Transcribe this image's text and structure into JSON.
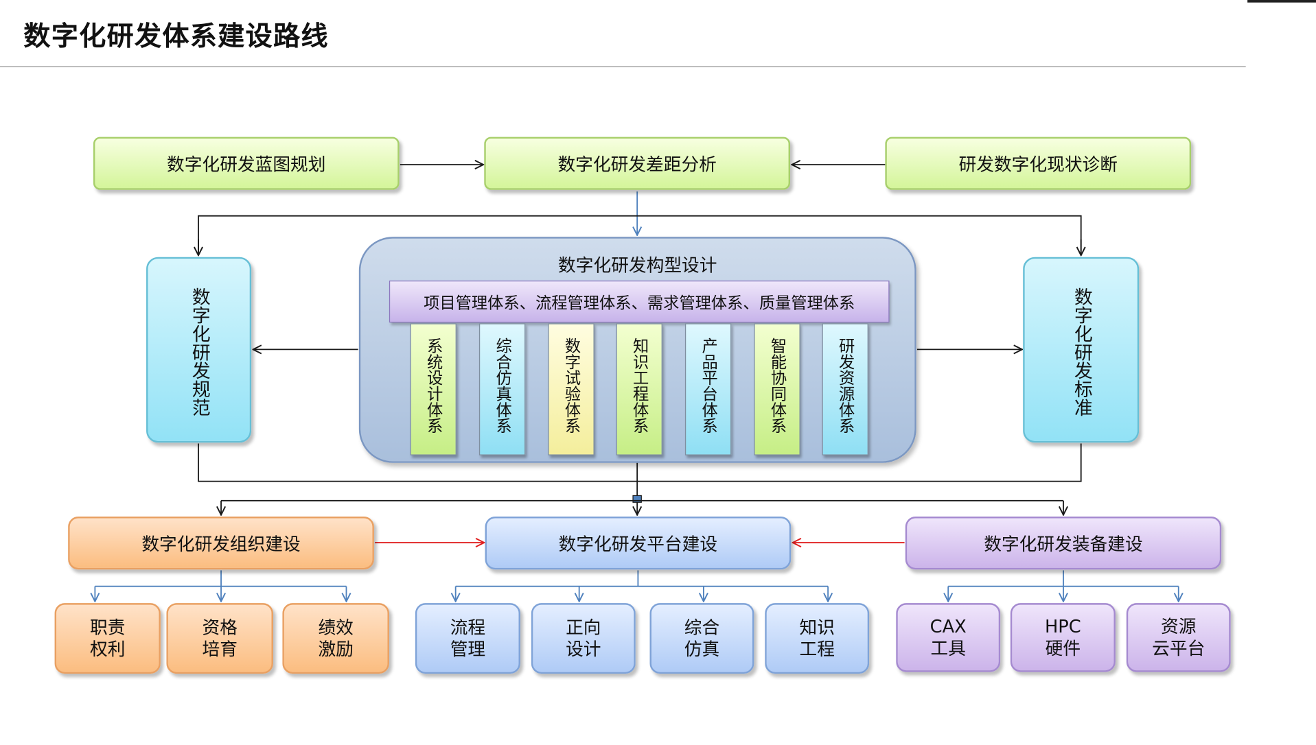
{
  "title": "数字化研发体系建设路线",
  "top_row": {
    "left": "数字化研发蓝图规划",
    "center": "数字化研发差距分析",
    "right": "研发数字化现状诊断"
  },
  "side": {
    "left": "数字化研发规范",
    "right": "数字化研发标准"
  },
  "core": {
    "title": "数字化研发构型设计",
    "bar": "项目管理体系、流程管理体系、需求管理体系、质量管理体系",
    "pillars": [
      "系统设计体系",
      "综合仿真体系",
      "数字试验体系",
      "知识工程体系",
      "产品平台体系",
      "智能协同体系",
      "研发资源体系"
    ]
  },
  "bottom_row": {
    "org": "数字化研发组织建设",
    "platform": "数字化研发平台建设",
    "equipment": "数字化研发装备建设"
  },
  "leaves": {
    "org": [
      {
        "line1": "职责",
        "line2": "权利"
      },
      {
        "line1": "资格",
        "line2": "培育"
      },
      {
        "line1": "绩效",
        "line2": "激励"
      }
    ],
    "platform": [
      {
        "line1": "流程",
        "line2": "管理"
      },
      {
        "line1": "正向",
        "line2": "设计"
      },
      {
        "line1": "综合",
        "line2": "仿真"
      },
      {
        "line1": "知识",
        "line2": "工程"
      }
    ],
    "equipment": [
      {
        "line1": "CAX",
        "line2": "工具"
      },
      {
        "line1": "HPC",
        "line2": "硬件"
      },
      {
        "line1": "资源",
        "line2": "云平台"
      }
    ]
  },
  "colors": {
    "connector_black": "#1a1a1a",
    "connector_blue": "#4f81bd",
    "connector_red": "#e02020",
    "green_fill": "#d4f59a",
    "cyan_fill": "#92e2f6",
    "orange_fill": "#fbbd80",
    "blue_fill": "#afcbf6",
    "violet_fill": "#ccb4ea"
  }
}
